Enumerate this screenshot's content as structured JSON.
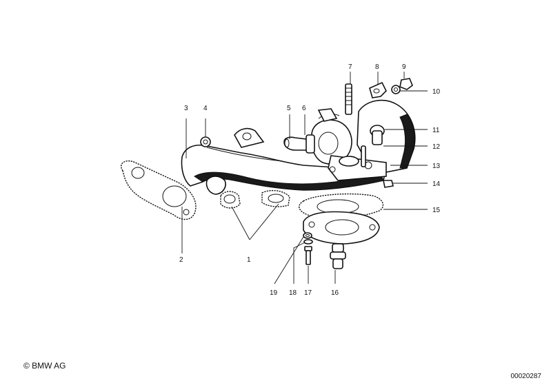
{
  "callouts": [
    {
      "id": "1",
      "label": "1"
    },
    {
      "id": "2",
      "label": "2"
    },
    {
      "id": "3",
      "label": "3"
    },
    {
      "id": "4",
      "label": "4"
    },
    {
      "id": "5",
      "label": "5"
    },
    {
      "id": "6",
      "label": "6"
    },
    {
      "id": "7",
      "label": "7"
    },
    {
      "id": "8",
      "label": "8"
    },
    {
      "id": "9",
      "label": "9"
    },
    {
      "id": "10",
      "label": "10"
    },
    {
      "id": "11",
      "label": "11"
    },
    {
      "id": "12",
      "label": "12"
    },
    {
      "id": "13",
      "label": "13"
    },
    {
      "id": "14",
      "label": "14"
    },
    {
      "id": "15",
      "label": "15"
    },
    {
      "id": "16",
      "label": "16"
    },
    {
      "id": "17",
      "label": "17"
    },
    {
      "id": "18",
      "label": "18"
    },
    {
      "id": "19",
      "label": "19"
    }
  ],
  "footer": {
    "copyright": "© BMW AG",
    "doc_number": "00020287"
  }
}
